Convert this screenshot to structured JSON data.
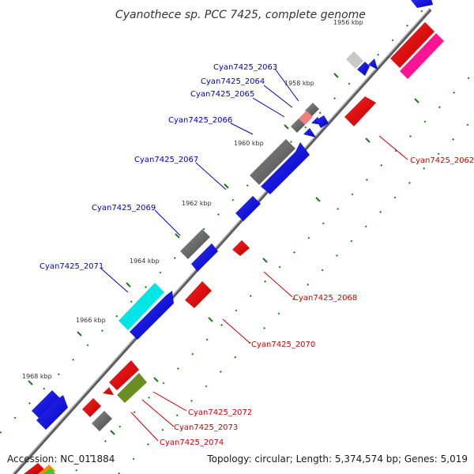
{
  "title": "Cyanothece sp. PCC 7425, complete genome",
  "footer": {
    "accession": "Accession: NC_011884",
    "summary": "Topology: circular; Length: 5,374,574 bp; Genes: 5,019"
  },
  "ticks": [
    {
      "label": "1956 kbp"
    },
    {
      "label": "1958 kbp"
    },
    {
      "label": "1960 kbp"
    },
    {
      "label": "1962 kbp"
    },
    {
      "label": "1964 kbp"
    },
    {
      "label": "1966 kbp"
    },
    {
      "label": "1968 kbp"
    }
  ],
  "genes": [
    {
      "id": "Cyan7425_2062",
      "color": "#d40000"
    },
    {
      "id": "Cyan7425_2063",
      "color": "#0000cc"
    },
    {
      "id": "Cyan7425_2064",
      "color": "#0000cc"
    },
    {
      "id": "Cyan7425_2065",
      "color": "#0000cc"
    },
    {
      "id": "Cyan7425_2066",
      "color": "#0000cc"
    },
    {
      "id": "Cyan7425_2067",
      "color": "#0000cc"
    },
    {
      "id": "Cyan7425_2068",
      "color": "#d40000"
    },
    {
      "id": "Cyan7425_2069",
      "color": "#0000cc"
    },
    {
      "id": "Cyan7425_2070",
      "color": "#d40000"
    },
    {
      "id": "Cyan7425_2071",
      "color": "#0000cc"
    },
    {
      "id": "Cyan7425_2072",
      "color": "#d40000"
    },
    {
      "id": "Cyan7425_2073",
      "color": "#d40000"
    },
    {
      "id": "Cyan7425_2074",
      "color": "#d40000"
    }
  ],
  "colors": {
    "forward_strand": "#0000ff",
    "reverse_strand": "#ee0000",
    "gray_feature": "#666666",
    "cyan_feature": "#00e5e5",
    "olive_feature": "#6b8e23",
    "pink_feature": "#ff1493",
    "backbone": "#808080",
    "tick_dots": "#1a7a1a"
  }
}
